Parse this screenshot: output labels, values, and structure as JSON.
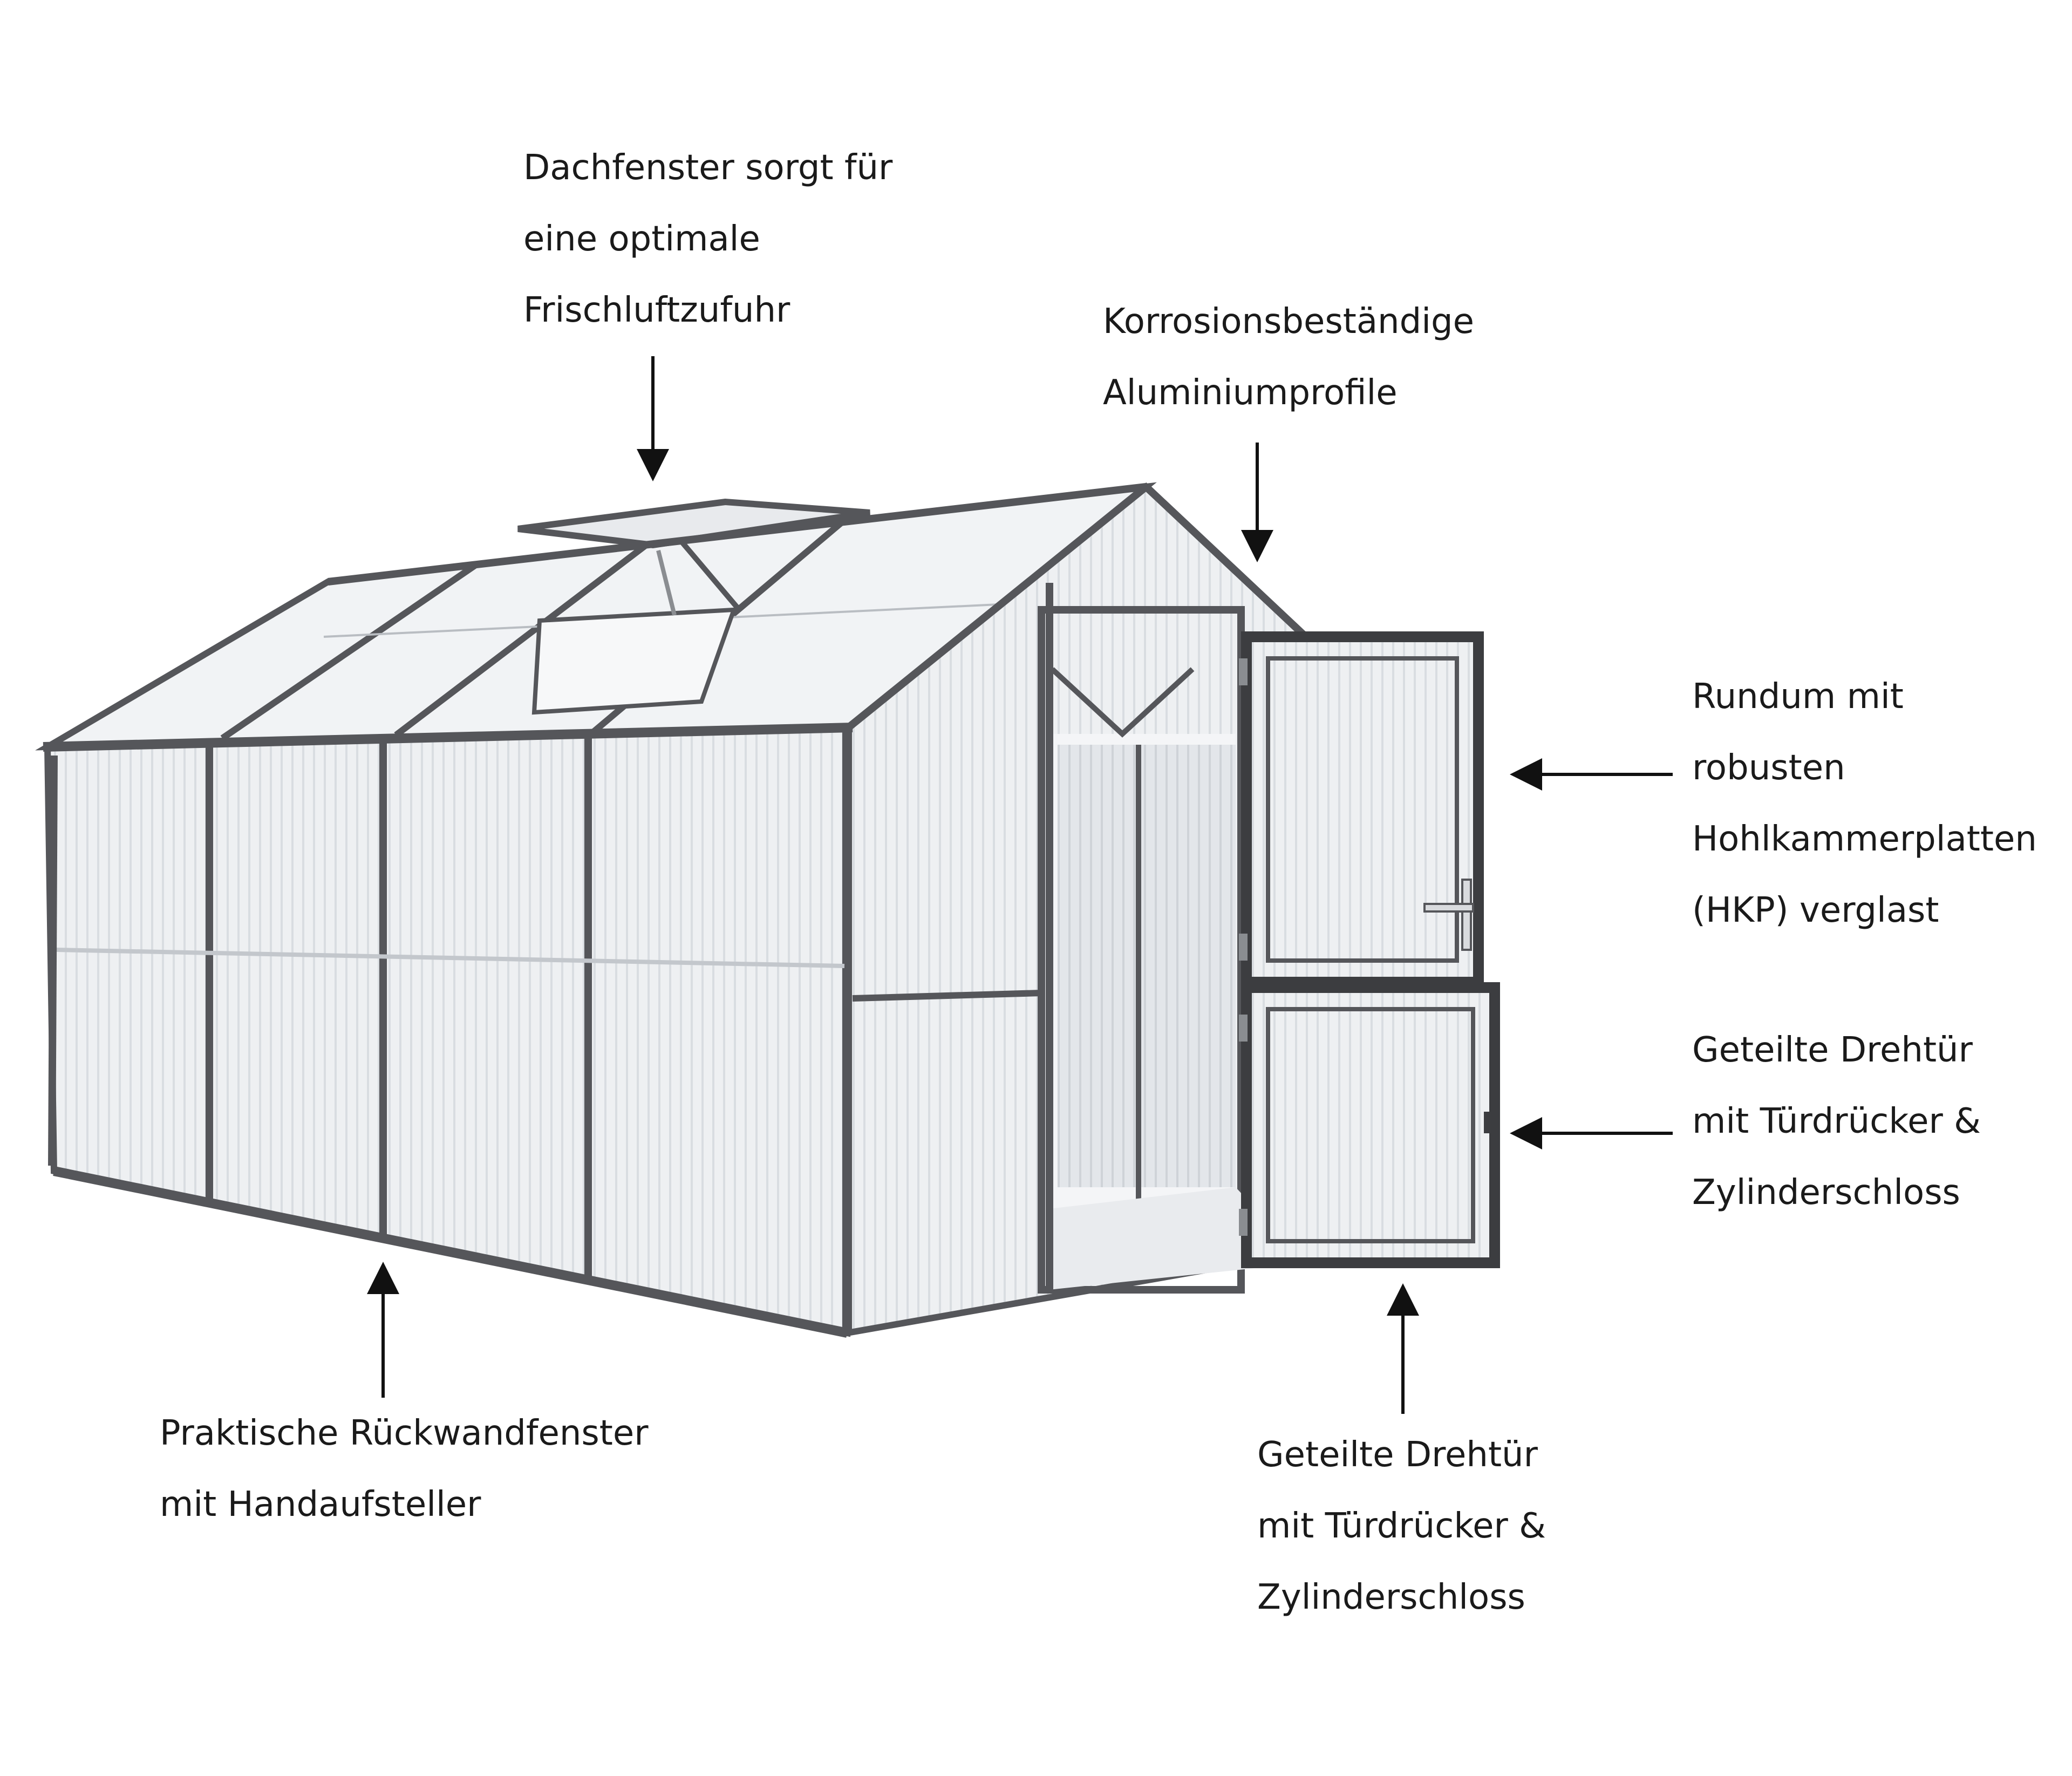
{
  "callouts": {
    "roof_window": {
      "lines": [
        "Dachfenster sorgt für",
        "eine optimale",
        "Frischluftzufuhr"
      ]
    },
    "aluminium": {
      "lines": [
        "Korrosionsbeständige",
        "Aluminiumprofile"
      ]
    },
    "panels": {
      "lines": [
        "Rundum mit",
        "robusten",
        "Hohlkammerplatten",
        "(HKP) verglast"
      ]
    },
    "door_right": {
      "lines": [
        "Geteilte Drehtür",
        "mit Türdrücker &",
        "Zylinderschloss"
      ]
    },
    "door_bottom": {
      "lines": [
        "Geteilte Drehtür",
        "mit Türdrücker &",
        "Zylinderschloss"
      ]
    },
    "back_window": {
      "lines": [
        "Praktische Rückwandfenster",
        "mit Handaufsteller"
      ]
    }
  },
  "colors": {
    "frame": "#55565a",
    "frame_dark": "#3c3d40",
    "panel": "#eef0f2",
    "panel_shade": "#e2e5e8",
    "rib": "#d3d7db",
    "text": "#1a1a1a",
    "arrow": "#111111"
  }
}
